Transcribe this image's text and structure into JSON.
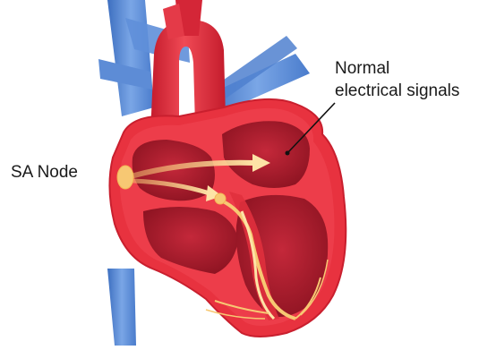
{
  "labels": {
    "sa_node": "SA Node",
    "normal_signals_line1": "Normal",
    "normal_signals_line2": "electrical signals"
  },
  "colors": {
    "vein_blue": "#5f8fd9",
    "vein_blue_dark": "#3d6fc0",
    "heart_outer": "#e8323f",
    "heart_outer_dark": "#c91f2e",
    "heart_inner": "#b51d2c",
    "heart_inner_deep": "#8f1320",
    "signal_yellow": "#f7c873",
    "signal_yellow_light": "#fde3a6",
    "leader_line": "#111111"
  }
}
